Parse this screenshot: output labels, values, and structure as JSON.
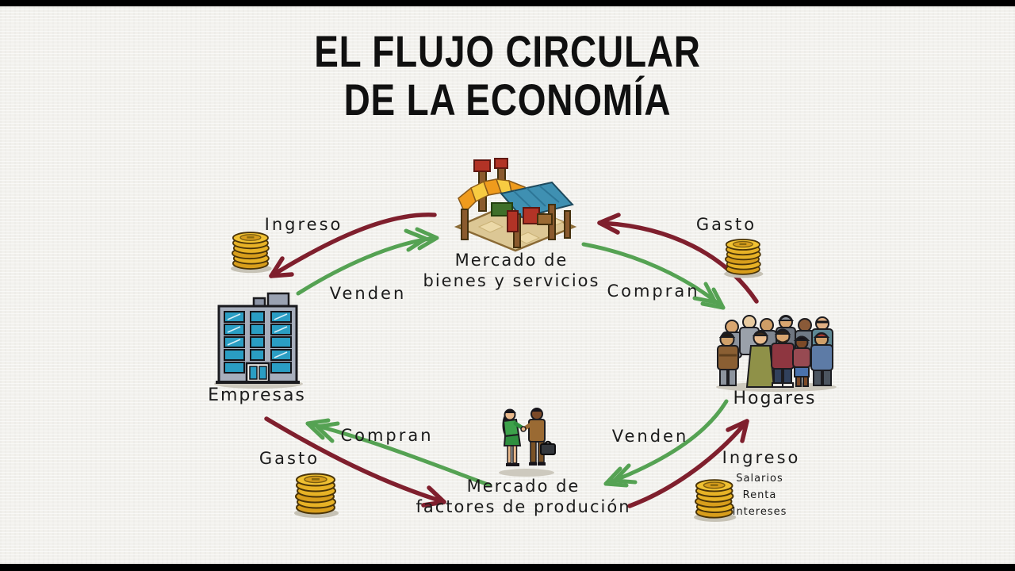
{
  "title": {
    "line1": "EL FLUJO CIRCULAR",
    "line2": "DE LA ECONOMÍA"
  },
  "nodes": {
    "goods_market": {
      "line1": "Mercado de",
      "line2": "bienes y servicios"
    },
    "firms": {
      "label": "Empresas"
    },
    "households": {
      "label": "Hogares"
    },
    "factors_market": {
      "line1": "Mercado de",
      "line2": "factores de produción"
    }
  },
  "flows": {
    "income_to_firms": {
      "label": "Ingreso"
    },
    "firms_sell": {
      "label": "Venden"
    },
    "households_spend": {
      "label": "Gasto"
    },
    "households_buy": {
      "label": "Compran"
    },
    "firms_buy": {
      "label": "Compran"
    },
    "firms_spend": {
      "label": "Gasto"
    },
    "households_sell": {
      "label": "Venden"
    },
    "income_to_households": {
      "label": "Ingreso",
      "details": [
        "Salarios",
        "Renta",
        "Intereses"
      ]
    }
  },
  "colors": {
    "money_flow": "#7f1f2d",
    "real_flow": "#55a253",
    "text": "#1b1b1b",
    "title_text": "#101010",
    "coin_gold": "#e7b226",
    "paper": "#f2f1ed",
    "letterbox": "#000000"
  }
}
